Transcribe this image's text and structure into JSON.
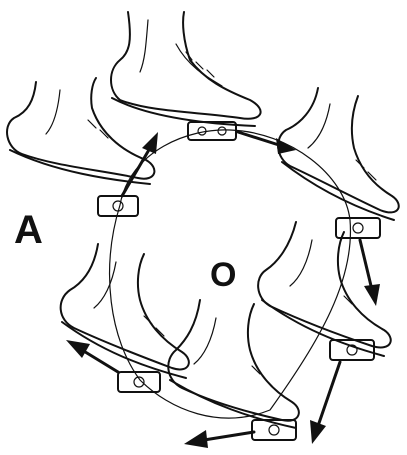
{
  "diagram": {
    "labels": {
      "a": "A",
      "o": "O"
    },
    "parts": [
      "shoe",
      "pedal",
      "arrow"
    ],
    "ink_color": "#111111",
    "background": "#ffffff"
  }
}
